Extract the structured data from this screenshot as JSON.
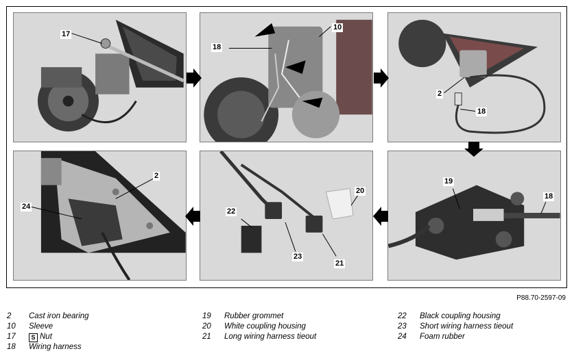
{
  "figure_ref": "P88.70-2597-09",
  "panels": {
    "p1": {
      "callouts": [
        "17"
      ]
    },
    "p2": {
      "callouts": [
        "18",
        "10"
      ]
    },
    "p3": {
      "callouts": [
        "2",
        "18"
      ]
    },
    "p4": {
      "callouts": [
        "2",
        "24"
      ]
    },
    "p5": {
      "callouts": [
        "20",
        "22",
        "23",
        "21"
      ]
    },
    "p6": {
      "callouts": [
        "19",
        "18"
      ]
    }
  },
  "legend": {
    "col1": [
      {
        "num": "2",
        "text": "Cast iron bearing"
      },
      {
        "num": "10",
        "text": "Sleeve"
      },
      {
        "num": "17",
        "text": "Nut",
        "symbol": "S"
      },
      {
        "num": "18",
        "text": "Wiring harness"
      }
    ],
    "col2": [
      {
        "num": "19",
        "text": "Rubber grommet"
      },
      {
        "num": "20",
        "text": "White coupling housing"
      },
      {
        "num": "21",
        "text": "Long wiring harness tieout"
      }
    ],
    "col3": [
      {
        "num": "22",
        "text": "Black coupling housing"
      },
      {
        "num": "23",
        "text": "Short wiring harness tieout"
      },
      {
        "num": "24",
        "text": "Foam rubber"
      }
    ]
  },
  "icons": {
    "flow_arrow": "black-arrow-icon",
    "removal_arrow": "removal-arrow-icon",
    "nut_symbol": "socket-symbol-icon"
  }
}
